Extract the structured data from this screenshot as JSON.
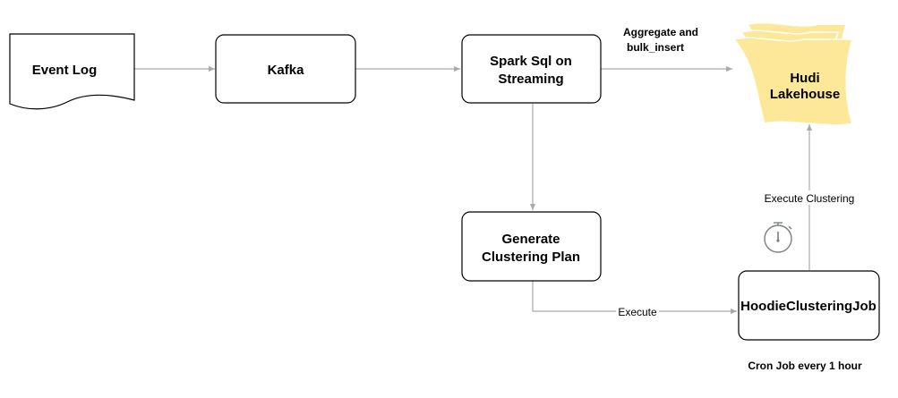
{
  "nodes": {
    "event_log": "Event Log",
    "kafka": "Kafka",
    "spark_line1": "Spark Sql on",
    "spark_line2": "Streaming",
    "hudi_line1": "Hudi",
    "hudi_line2": "Lakehouse",
    "plan_line1": "Generate",
    "plan_line2": "Clustering Plan",
    "job": "HoodieClusteringJob"
  },
  "edges": {
    "aggregate_line1": "Aggregate and",
    "aggregate_line2": "bulk_insert",
    "execute": "Execute",
    "execute_clustering": "Execute Clustering"
  },
  "caption": "Cron Job every 1 hour",
  "icons": {
    "timer": "stopwatch-icon"
  },
  "colors": {
    "lakehouse_fill": "#fde89a",
    "edge": "#a6abb0",
    "box_stroke": "#000000"
  }
}
